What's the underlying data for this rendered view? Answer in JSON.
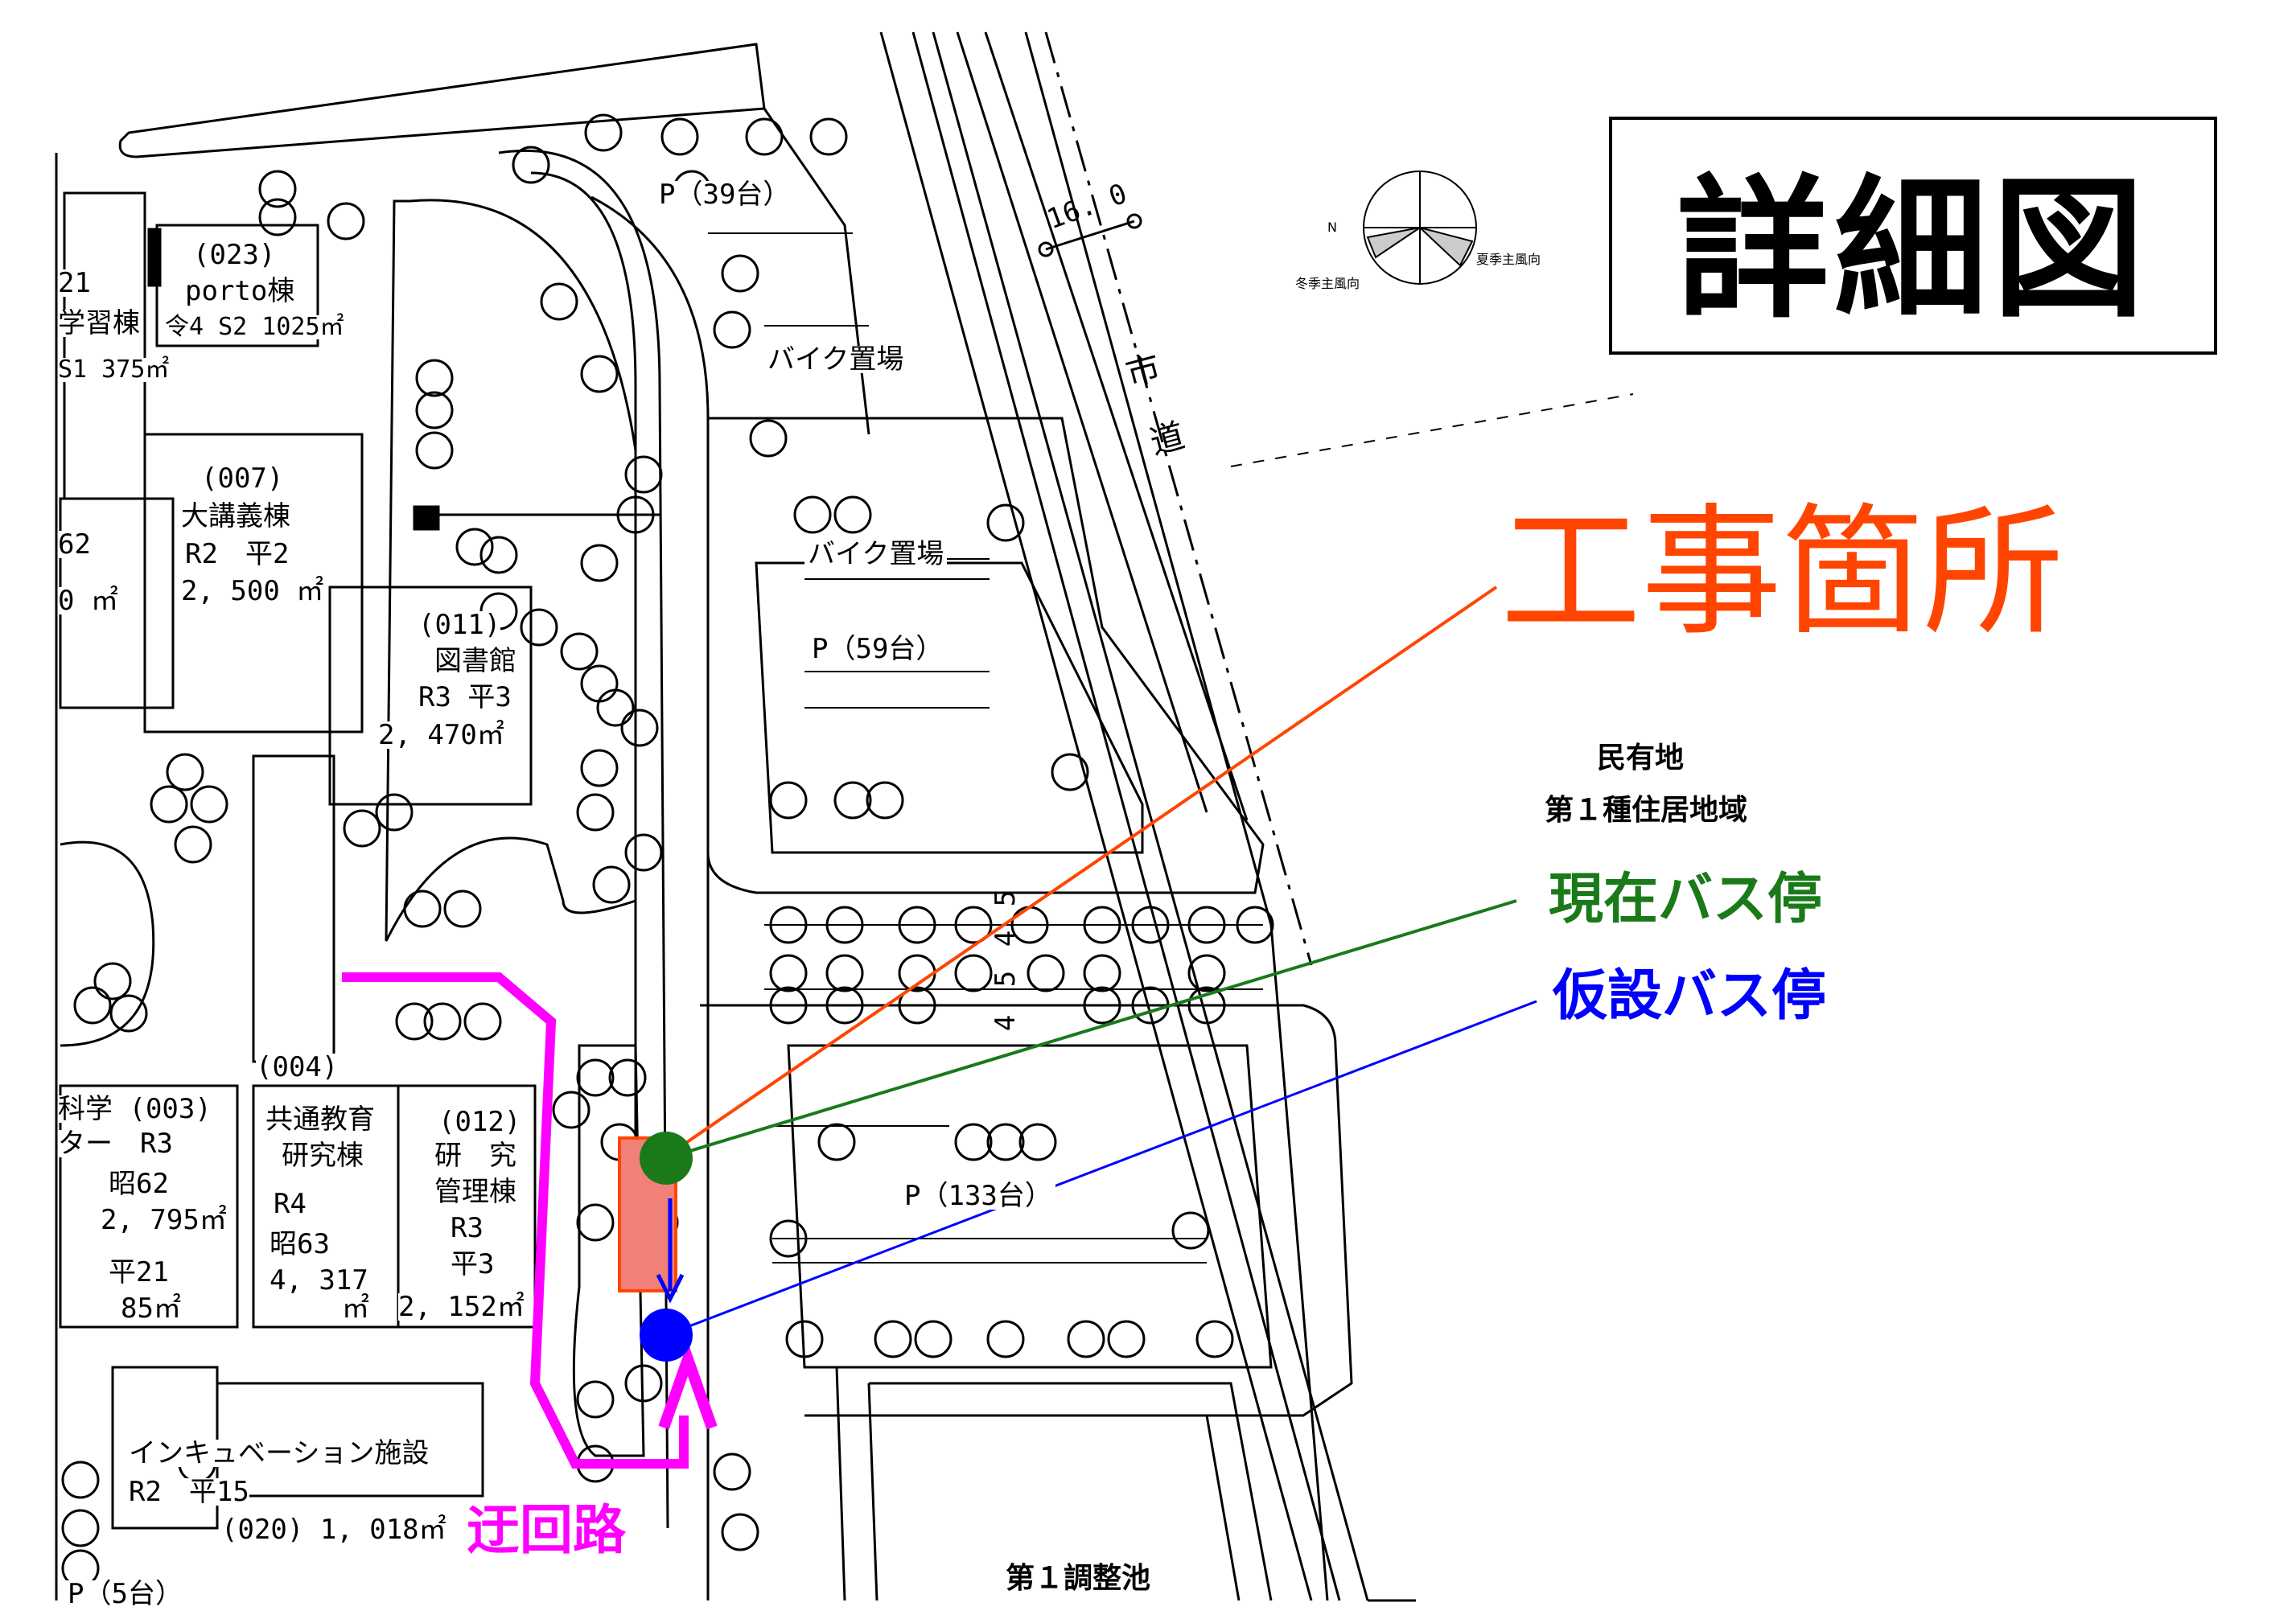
{
  "title": "詳細図",
  "construction_label": "工事箇所",
  "current_bus_stop_label": "現在バス停",
  "temp_bus_stop_label": "仮設バス停",
  "detour_label": "迂回路",
  "private_land": "民有地",
  "zoning": "第１種住居地域",
  "retention_pond": "第１調整池",
  "city_road": [
    "市",
    "道"
  ],
  "road_width": "16. 0",
  "compass": {
    "north": "N",
    "winter_wind": "冬季主風向",
    "summer_wind": "夏季主風向"
  },
  "parking": {
    "p39": "P（39台）",
    "p59": "P（59台）",
    "p133": "P（133台）",
    "p5": "P（5台）",
    "bike1": "バイク置場",
    "bike2": "バイク置場"
  },
  "buildings": {
    "porto": [
      "(023)",
      "porto棟",
      "令4 S2 1025㎡"
    ],
    "gakushu": [
      "21",
      "学習棟",
      "S1 375㎡"
    ],
    "daikogi": [
      "(007)",
      "大講義棟",
      "R2　平2",
      "2, 500 ㎡"
    ],
    "b62": [
      "62",
      "0 ㎡"
    ],
    "library": [
      "(011)",
      "図書館",
      "R3 平3",
      "2, 470㎡"
    ],
    "b004": "(004)",
    "kagaku": [
      "科学 (003)",
      "ター　R3",
      "昭62",
      "2, 795㎡",
      "平21",
      "85㎡"
    ],
    "kyotsu": [
      "共通教育",
      "研究棟",
      "R4",
      "昭63",
      "4, 317",
      "㎡"
    ],
    "kenkyu": [
      "(012)",
      "研　究",
      "管理棟",
      "R3",
      "平3",
      "2, 152㎡"
    ],
    "incubation": [
      "インキュベーション施設",
      "R2　平15",
      "(020) 1, 018㎡"
    ]
  },
  "road_marks": [
    "5",
    "4",
    "5",
    "4"
  ],
  "colors": {
    "construction": "#ff4500",
    "construction_fill": "#f08078",
    "current_stop": "#1a7a1a",
    "temp_stop": "#0000ff",
    "detour": "#ff00ff"
  }
}
